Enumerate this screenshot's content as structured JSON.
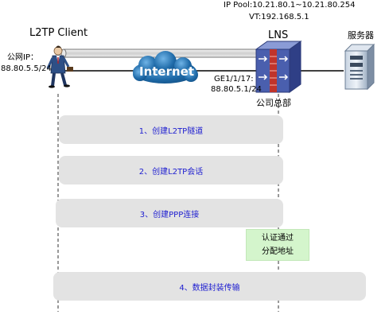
{
  "client": {
    "title": "L2TP Client",
    "ip_label": "公网IP：",
    "ip": "88.80.5.5/24"
  },
  "network": {
    "cloud_label": "Internet"
  },
  "lns": {
    "title": "LNS",
    "pool": "IP Pool:10.21.80.1~10.21.80.254",
    "vt": "VT:192.168.5.1",
    "interface": "GE1/1/17:",
    "interface_ip": "88.80.5.1/24",
    "site": "公司总部"
  },
  "server": {
    "title": "服务器"
  },
  "steps": [
    {
      "label": "1、创建L2TP隧道"
    },
    {
      "label": "2、创建L2TP会话"
    },
    {
      "label": "3、创建PPP连接"
    },
    {
      "label": "4、数据封装传输"
    }
  ],
  "note": {
    "line1": "认证通过",
    "line2": "分配地址"
  },
  "colors": {
    "step_fill": "#e3e3e3",
    "step_text": "#1f1fd0",
    "note_fill": "#d4f5cc",
    "cloud_fill": "#1e6aa8",
    "firewall_fill": "#4a5fae"
  }
}
